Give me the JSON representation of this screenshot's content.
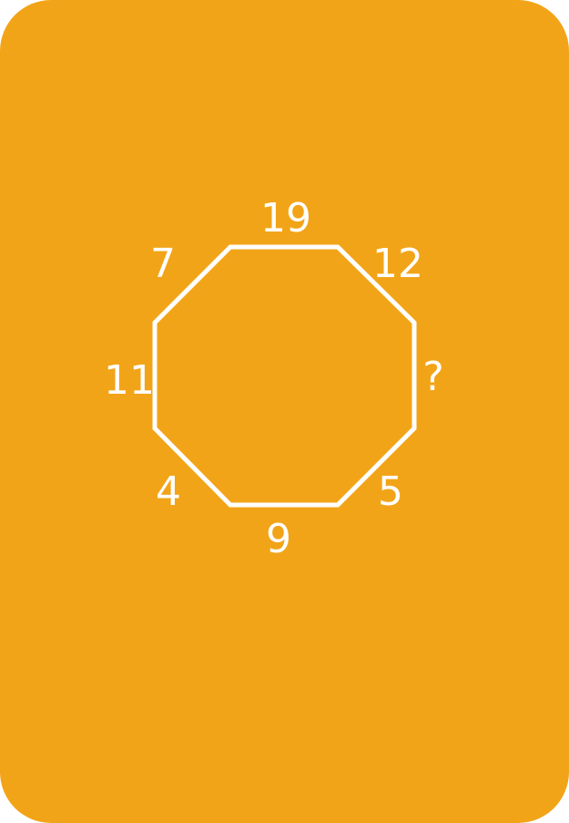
{
  "card": {
    "background_color": "#F2A418",
    "stroke_color": "#FFFFFF"
  },
  "puzzle": {
    "shape": "octagon",
    "side_labels": {
      "top": "19",
      "top_right": "12",
      "right": "?",
      "bottom_right": "5",
      "bottom": "9",
      "bottom_left": "4",
      "left": "11",
      "top_left": "7"
    }
  }
}
